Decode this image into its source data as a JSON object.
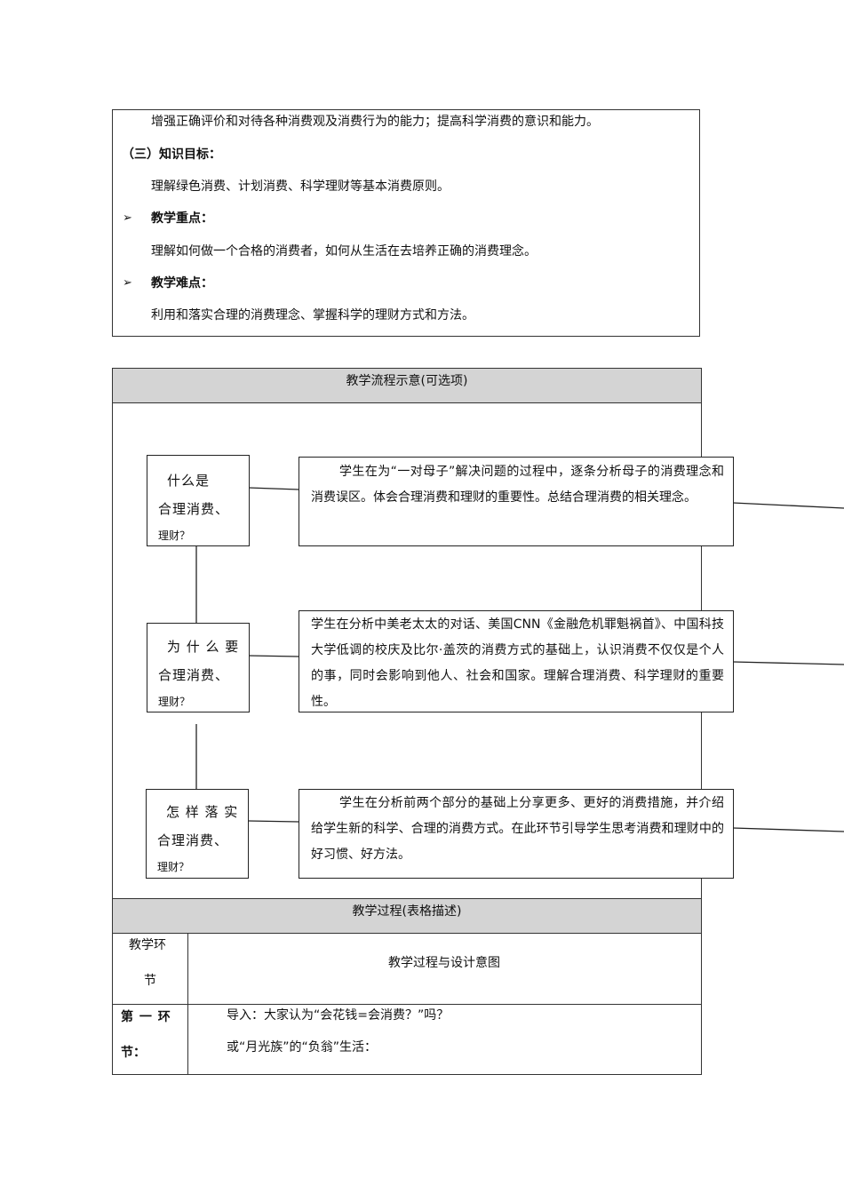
{
  "objectives": {
    "ability_text": "增强正确评价和对待各种消费观及消费行为的能力；提高科学消费的意识和能力。",
    "knowledge_heading": "（三）知识目标：",
    "knowledge_text": "理解绿色消费、计划消费、科学理财等基本消费原则。",
    "key_points_bullet": "➢",
    "key_points_heading": "教学重点：",
    "key_points_text": "理解如何做一个合格的消费者，如何从生活在去培养正确的消费理念。",
    "difficulties_bullet": "➢",
    "difficulties_heading": "教学难点：",
    "difficulties_text": "利用和落实合理的消费理念、掌握科学的理财方式和方法。"
  },
  "flow": {
    "header": "教学流程示意(可选项)",
    "steps": [
      {
        "q1": "什么是",
        "q2": "合理消费、",
        "q3": "理财？",
        "desc": "学生在为“一对母子”解决问题的过程中，逐条分析母子的消费理念和消费误区。体会合理消费和理财的重要性。总结合理消费的相关理念。"
      },
      {
        "q1": "为 什 么 要",
        "q2": "合理消费、",
        "q3": "理财？",
        "desc": "学生在分析中美老太太的对话、美国CNN《金融危机罪魁祸首》、中国科技大学低调的校庆及比尔·盖茨的消费方式的基础上，认识消费不仅仅是个人的事，同时会影响到他人、社会和国家。理解合理消费、科学理财的重要性。"
      },
      {
        "q1": "怎 样 落 实",
        "q2": "合理消费、",
        "q3": "理财？",
        "desc": "学生在分析前两个部分的基础上分享更多、更好的消费措施，并介绍给学生新的科学、合理的消费方式。在此环节引导学生思考消费和理财中的好习惯、好方法。"
      }
    ]
  },
  "process": {
    "header": "教学过程(表格描述)",
    "col1_header_a": "教学环",
    "col1_header_b": "节",
    "col2_header": "教学过程与设计意图",
    "row1_label_a": "第 一 环",
    "row1_label_b": "节：",
    "row1_line1": "导入：大家认为“会花钱=会消费？”吗？",
    "row1_line2": "或“月光族”的“负翁”生活："
  }
}
